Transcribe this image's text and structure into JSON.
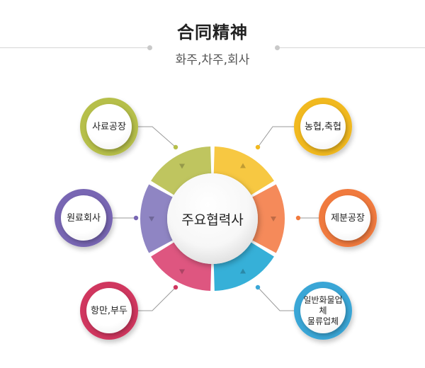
{
  "header": {
    "title": "合同精神",
    "subtitle": "화주,차주,회사"
  },
  "center": {
    "label": "주요협력사"
  },
  "nodes": [
    {
      "label": "사료공장",
      "color": "#b6bf4a"
    },
    {
      "label": "원료회사",
      "color": "#7866b3"
    },
    {
      "label": "항만,부두",
      "color": "#d0375f"
    },
    {
      "label": "농협,축협",
      "color": "#f1b91f"
    },
    {
      "label": "제분공장",
      "color": "#f07a3e"
    },
    {
      "label": "일반화물업체\n물류업체",
      "color": "#3aa6d6"
    }
  ],
  "ring_colors": [
    "#f7c842",
    "#f58a5a",
    "#36b0d8",
    "#de5680",
    "#8f85c3",
    "#bfc55f"
  ]
}
